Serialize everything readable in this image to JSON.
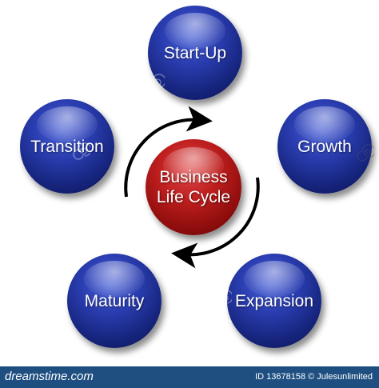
{
  "diagram": {
    "center": {
      "label": "Business\nLife Cycle"
    },
    "stages": [
      {
        "key": "start-up",
        "label": "Start-Up"
      },
      {
        "key": "growth",
        "label": "Growth"
      },
      {
        "key": "expansion",
        "label": "Expansion"
      },
      {
        "key": "maturity",
        "label": "Maturity"
      },
      {
        "key": "transition",
        "label": "Transition"
      }
    ]
  },
  "footer": {
    "site": "dreamstime.com",
    "id_text": "ID 13678158 © Julesunlimited"
  },
  "colors": {
    "stage_sphere": "#1a2a8c",
    "center_sphere": "#b01515",
    "arrow": "#000000",
    "footer_bar": "#1e4f80"
  }
}
